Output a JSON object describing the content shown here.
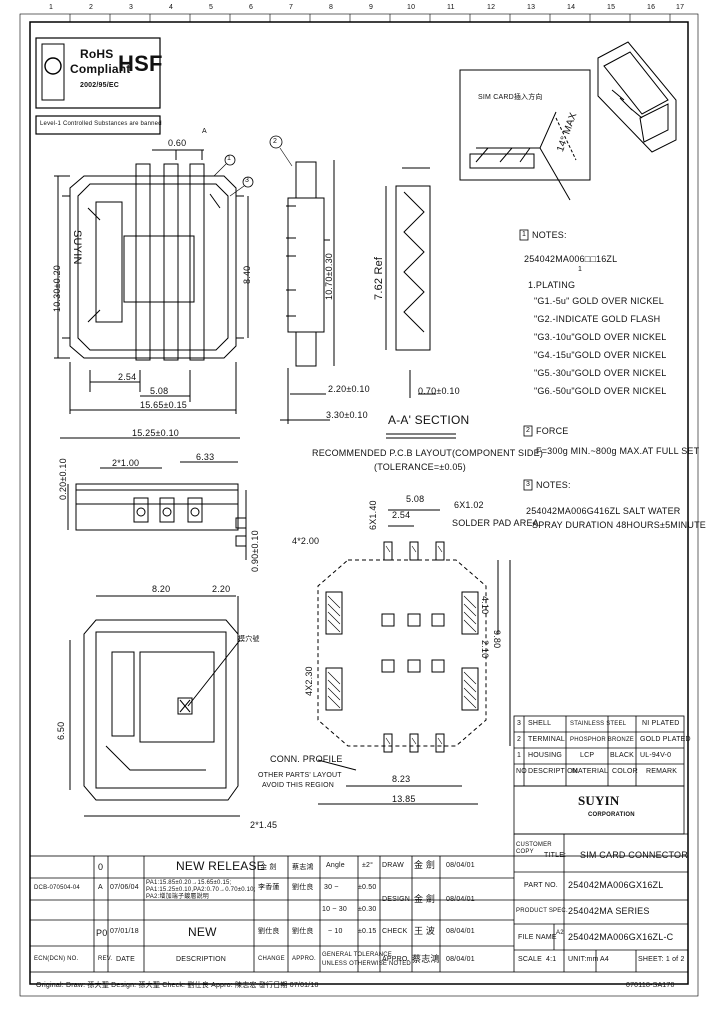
{
  "rohs": {
    "title": "RoHS",
    "compliant": "Compliant",
    "hsf": "HSF",
    "directive": "2002/95/EC",
    "level_note": "Level-1 Controlled Substances are banned"
  },
  "col_numbers": [
    "1",
    "2",
    "3",
    "4",
    "5",
    "6",
    "7",
    "8",
    "9",
    "10",
    "11",
    "12",
    "13",
    "14",
    "15",
    "16",
    "17"
  ],
  "top_view": {
    "brand_text": "SUYIN",
    "dim_060": "0.60",
    "section_marker": "A",
    "callout_1": "1",
    "callout_3": "3",
    "dim_1030": "10.30±0.20",
    "dim_840": "8.40",
    "dim_254": "2.54",
    "dim_508": "5.08",
    "dim_1565": "15.65±0.15",
    "dim_1525": "15.25±0.10"
  },
  "side_view": {
    "callout_2": "2",
    "dim_1070": "10.70±0.30",
    "dim_220": "2.20±0.10",
    "dim_330": "3.30±0.10"
  },
  "section_view": {
    "dim_762": "7.62 Ref",
    "dim_070": "0.70±0.10",
    "title": "A-A' SECTION"
  },
  "insert_view": {
    "label": "SIM CARD插入方向",
    "dim_14": "14° MAX"
  },
  "notes": {
    "box1": "1",
    "header1": "NOTES:",
    "part_pattern": "254042MA006□□16ZL",
    "pattern_index": "1",
    "plating_title": "1.PLATING",
    "plating": [
      "\"G1.-5u\" GOLD OVER NICKEL",
      "\"G2.-INDICATE GOLD FLASH",
      "\"G3.-10u\"GOLD OVER NICKEL",
      "\"G4.-15u\"GOLD OVER NICKEL",
      "\"G5.-30u\"GOLD OVER NICKEL",
      "\"G6.-50u\"GOLD OVER NICKEL"
    ],
    "box2": "2",
    "force_title": "FORCE",
    "force_text": "F=300g MIN.~800g MAX.AT FULL SET",
    "box3": "3",
    "notes3_title": "NOTES:",
    "notes3_line1": "254042MA006G416ZL SALT WATER",
    "notes3_line2": "SPRAY DURATION 48HOURS±5MINUTE"
  },
  "front_view": {
    "dim_020": "0.20±0.10",
    "dim_2x100": "2*1.00",
    "dim_633": "6.33",
    "dim_090": "0.90±0.10"
  },
  "bottom_view": {
    "dim_820": "8.20",
    "dim_220b": "2.20",
    "dim_650": "6.50",
    "dim_2145": "2*1.45",
    "cavity_label": "模穴號"
  },
  "pcb": {
    "title": "RECOMMENDED P.C.B LAYOUT(COMPONENT SIDE)",
    "tolerance": "(TOLERANCE=±0.05)",
    "dim_6x140": "6X1.40",
    "dim_508": "5.08",
    "dim_254": "2.54",
    "dim_6x102": "6X1.02",
    "solder_pad": "SOLDER PAD AREA",
    "dim_4x200": "4*2.00",
    "dim_410": "4.10",
    "dim_4x230": "4X2.30",
    "dim_210": "2.10",
    "dim_980": "9.80",
    "conn_profile": "CONN. PROFILE",
    "other_parts_1": "OTHER PARTS' LAYOUT",
    "other_parts_2": "AVOID THIS REGION",
    "dim_823": "8.23",
    "dim_1385": "13.85"
  },
  "bom": {
    "rows": [
      {
        "no": "3",
        "desc": "SHELL",
        "material": "STAINLESS STEEL",
        "color": "",
        "remark": "NI PLATED"
      },
      {
        "no": "2",
        "desc": "TERMINAL",
        "material": "PHOSPHOR BRONZE",
        "color": "",
        "remark": "GOLD PLATED"
      },
      {
        "no": "1",
        "desc": "HOUSING",
        "material": "LCP",
        "color": "BLACK",
        "remark": "UL-94V-0"
      }
    ],
    "header": {
      "no": "NO",
      "desc": "DESCRIPTION",
      "material": "MATERIAL",
      "color": "COLOR",
      "remark": "REMARK"
    }
  },
  "logo": {
    "name": "SUYIN",
    "sub": "CORPORATION"
  },
  "title_block": {
    "customer_label": "CUSTOMER COPY",
    "title_label": "TITLE:",
    "title_value": "SIM CARD CONNECTOR",
    "part_no_label": "PART NO.",
    "part_no_value": "254042MA006GX16ZL",
    "product_spec_label": "PRODUCT SPEC.",
    "product_spec_value": "254042MA SERIES",
    "file_name_label": "FILE NAME",
    "file_name_code": "A2",
    "file_name_value": "254042MA006GX16ZL-C",
    "scale_label": "SCALE",
    "scale_value": "4:1",
    "unit_label": "UNIT:mm",
    "proj_label": "A4",
    "sheet_label": "SHEET: 1 of 2",
    "drawing_no": "070118-SA170"
  },
  "revisions": {
    "rows": [
      {
        "rev": "0",
        "date": "",
        "desc": "NEW RELEASE",
        "change": "",
        "signer": ""
      },
      {
        "rev": "DCB-070504-04",
        "mark": "A",
        "date": "07/06/04",
        "desc": "PA1:15.85±0.20→15.65±0.15; PA1:15.25±0.10,PA2:0.70→0.70±0.10; PA2:增加端子鍍層說明",
        "change": "李香蓮",
        "signer": "劉仕良"
      },
      {
        "rev": "P0",
        "date": "07/01/18",
        "desc": "NEW",
        "change": "劉仕良",
        "signer": "劉仕良"
      }
    ],
    "header": {
      "ecn": "ECN(DCN) NO.",
      "rev": "REV.",
      "date": "DATE",
      "desc": "DESCRIPTION",
      "change": "CHANGE",
      "approve": "APPRO."
    }
  },
  "tolerance": {
    "angle_label": "Angle",
    "angle_value": "±2°",
    "rows": [
      {
        "range": "30 ~",
        "value": "±0.50"
      },
      {
        "range": "10 ~ 30",
        "value": "±0.30"
      },
      {
        "range": "~ 10",
        "value": "±0.15"
      }
    ],
    "note1": "GENERAL TOLERANCE",
    "note2": "UNLESS OTHERWISE NOTED"
  },
  "signoff": {
    "draw_label": "DRAW",
    "draw_name": "金 劍",
    "draw_date": "08/04/01",
    "design_label": "DESIGN",
    "design_name": "金 劍",
    "design_date": "08/04/01",
    "check_label": "CHECK",
    "check_name": "王 波",
    "check_date": "08/04/01",
    "appro_label": "APPRO.",
    "appro_name": "蔡志鴻",
    "appro_date": "08/04/01",
    "header_name": "金 劍",
    "header_appro": "蔡志鴻"
  },
  "footer": {
    "text": "Original: Draw: 孫大聖 Design: 孫大聖 Check: 劉仕良 Appro: 陳志宏 發行日期 07/01/18"
  }
}
